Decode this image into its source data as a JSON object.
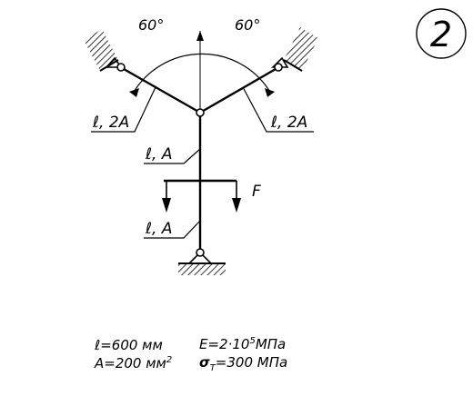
{
  "diagram": {
    "problem_number": "2",
    "angle_left": "60°",
    "angle_right": "60°",
    "bar_left_label": "ℓ, 2A",
    "bar_right_label": "ℓ, 2A",
    "bar_upper_label": "ℓ, A",
    "bar_lower_label": "ℓ, A",
    "force_label": "F"
  },
  "properties": {
    "length": {
      "symbol": "ℓ",
      "value": "=600 мм"
    },
    "area": {
      "symbol": "A",
      "value": "=200 мм",
      "exponent": "2"
    },
    "modulus": {
      "symbol": "E",
      "value": "=2·10",
      "exponent": "5",
      "unit": "МПа"
    },
    "yield": {
      "symbol": "σ",
      "subscript": "T",
      "value": "=300 МПа"
    }
  }
}
